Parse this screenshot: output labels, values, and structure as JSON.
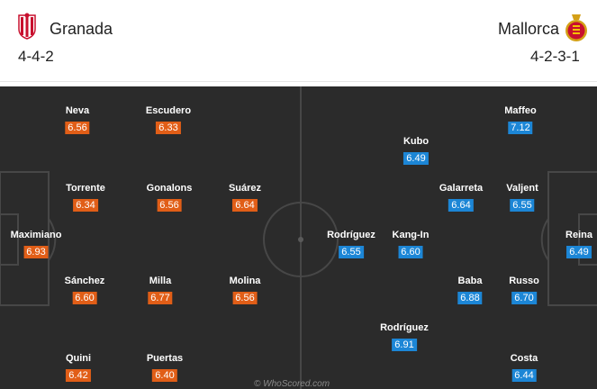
{
  "home": {
    "name": "Granada",
    "formation": "4-4-2",
    "crest_icon": "granada-crest-icon",
    "color": "#e15e17",
    "players": [
      {
        "name": "Maximiano",
        "rating": "6.93"
      },
      {
        "name": "Neva",
        "rating": "6.56"
      },
      {
        "name": "Torrente",
        "rating": "6.34"
      },
      {
        "name": "Sánchez",
        "rating": "6.60"
      },
      {
        "name": "Quini",
        "rating": "6.42"
      },
      {
        "name": "Escudero",
        "rating": "6.33"
      },
      {
        "name": "Gonalons",
        "rating": "6.56"
      },
      {
        "name": "Milla",
        "rating": "6.77"
      },
      {
        "name": "Puertas",
        "rating": "6.40"
      },
      {
        "name": "Suárez",
        "rating": "6.64"
      },
      {
        "name": "Molina",
        "rating": "6.56"
      }
    ]
  },
  "away": {
    "name": "Mallorca",
    "formation": "4-2-3-1",
    "crest_icon": "mallorca-crest-icon",
    "color": "#1c86d6",
    "players": [
      {
        "name": "Reina",
        "rating": "6.49"
      },
      {
        "name": "Maffeo",
        "rating": "7.12"
      },
      {
        "name": "Valjent",
        "rating": "6.55"
      },
      {
        "name": "Russo",
        "rating": "6.70"
      },
      {
        "name": "Costa",
        "rating": "6.44"
      },
      {
        "name": "Galarreta",
        "rating": "6.64"
      },
      {
        "name": "Baba",
        "rating": "6.88"
      },
      {
        "name": "Kubo",
        "rating": "6.49"
      },
      {
        "name": "Kang-In",
        "rating": "6.60"
      },
      {
        "name": "Rodríguez",
        "rating": "6.91"
      },
      {
        "name": "Rodríguez",
        "rating": "6.55"
      }
    ]
  },
  "watermark": "© WhoScored.com"
}
